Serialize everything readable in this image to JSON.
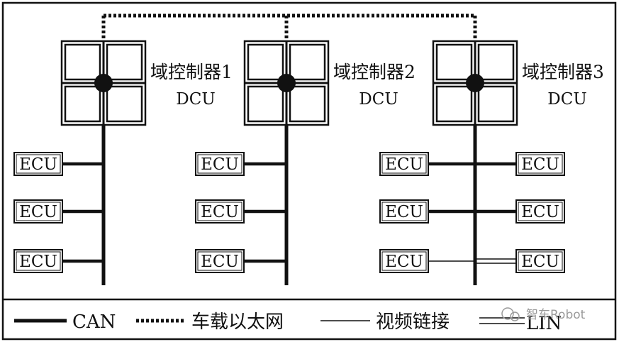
{
  "controllers": [
    {
      "name": "域控制器1",
      "type": "DCU",
      "ecus_left": [
        "ECU",
        "ECU",
        "ECU"
      ],
      "ecus_right": []
    },
    {
      "name": "域控制器2",
      "type": "DCU",
      "ecus_left": [
        "ECU",
        "ECU",
        "ECU"
      ],
      "ecus_right": []
    },
    {
      "name": "域控制器3",
      "type": "DCU",
      "ecus_left": [
        "ECU",
        "ECU",
        "ECU"
      ],
      "ecus_right": [
        "ECU",
        "ECU",
        "ECU"
      ]
    }
  ],
  "legend": {
    "can": "CAN",
    "ethernet": "车载以太网",
    "video": "视频链接",
    "lin": "LIN"
  },
  "watermark": "智车Robot",
  "colors": {
    "line": "#111111",
    "background": "#ffffff",
    "watermark": "#9a9a9a"
  }
}
